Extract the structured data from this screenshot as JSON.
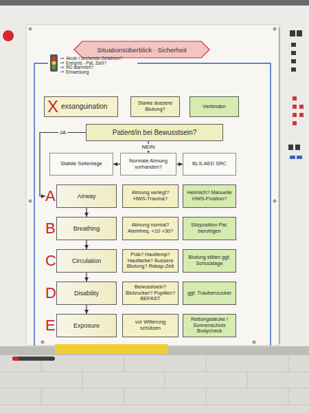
{
  "diagram": {
    "title": "Situationsüberblick · Sicherheit",
    "nodes": [
      {
        "text": [
          "X",
          "exsanguination"
        ]
      },
      {
        "text": [
          "Starke äussere Blutung?"
        ]
      },
      {
        "text": [
          "Verbinden"
        ]
      },
      {
        "text": [
          "Patient/in bei Bewusstsein?"
        ]
      },
      {
        "text": [
          "Stabile Seitenlage"
        ]
      },
      {
        "text": [
          "Normale Atmung vorhanden?"
        ]
      },
      {
        "text": [
          "BLS-AED SRC"
        ]
      },
      {
        "text": [
          "A",
          "Airway"
        ]
      },
      {
        "text": [
          "Atmung verlegt? HWS-Trauma?"
        ]
      },
      {
        "text": [
          "Heimlich? Manuelle HWS-Fixation?"
        ]
      },
      {
        "text": [
          "B",
          "Breathing"
        ]
      },
      {
        "text": [
          "Atmung normal? Atemfreq. <10 >30?"
        ]
      },
      {
        "text": [
          "Sitzposition Pat. beruhigen"
        ]
      },
      {
        "text": [
          "C",
          "Circulation"
        ]
      },
      {
        "text": [
          "Puls? Hauttemp? Hautfarbe? Äussere Blutung? Rekap-Zeit"
        ]
      },
      {
        "text": [
          "Blutung stillen ggf. Schocklage"
        ]
      },
      {
        "text": [
          "D",
          "Disability"
        ]
      },
      {
        "text": [
          "Bewusstsein? Blutzucker? Pupillen? BEFAST"
        ]
      },
      {
        "text": [
          "ggf. Traubenzucker"
        ]
      },
      {
        "text": [
          "E",
          "Exposure"
        ]
      },
      {
        "text": [
          "vor Witterung schützen"
        ]
      },
      {
        "text": [
          "Rettungsdecke / Sonnenschutz Bodycheck"
        ]
      }
    ],
    "edges": [
      {
        "from": 3,
        "to": 5,
        "label": "NEIN",
        "arrow": "to"
      },
      {
        "from": 3,
        "to": 7,
        "label": "JA",
        "arrow": "to"
      },
      {
        "from": 5,
        "to": 4,
        "arrow": "to"
      },
      {
        "from": 5,
        "to": 6,
        "arrow": "to"
      },
      {
        "from": 7,
        "to": 10,
        "arrow": "to"
      },
      {
        "from": 10,
        "to": 13,
        "arrow": "to"
      },
      {
        "from": 13,
        "to": 16,
        "arrow": "to"
      },
      {
        "from": 16,
        "to": 19,
        "arrow": "to"
      }
    ],
    "labels": [
      "Akute / drohende Gefahren?",
      "Ereignis - Pat. Zahl?",
      "RD alarmiert?",
      "Einweisung"
    ]
  }
}
